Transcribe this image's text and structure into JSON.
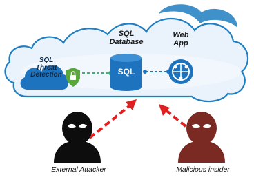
{
  "components": {
    "threat_detection": {
      "line1": "SQL",
      "line2": "Threat",
      "line3": "Detection",
      "icon": "shield-lock-icon"
    },
    "sql_database": {
      "line1": "SQL",
      "line2": "Database",
      "badge": "SQL",
      "icon": "database-cylinder-icon"
    },
    "web_app": {
      "line1": "Web",
      "line2": "App",
      "icon": "web-app-globe-icon"
    }
  },
  "actors": {
    "external": {
      "label": "External Attacker",
      "icon": "attacker-silhouette-icon"
    },
    "insider": {
      "label": "Malicious insider",
      "icon": "insider-silhouette-icon"
    }
  },
  "colors": {
    "cloud_fill": "#eaf3fb",
    "cloud_stroke": "#1f7ec1",
    "accent_blue": "#1e73be",
    "shield_green": "#5aa83c",
    "connector_green": "#3db07a",
    "arrow_red": "#e02020",
    "attacker_black": "#0d0d0d",
    "insider_maroon": "#7a2a22"
  }
}
